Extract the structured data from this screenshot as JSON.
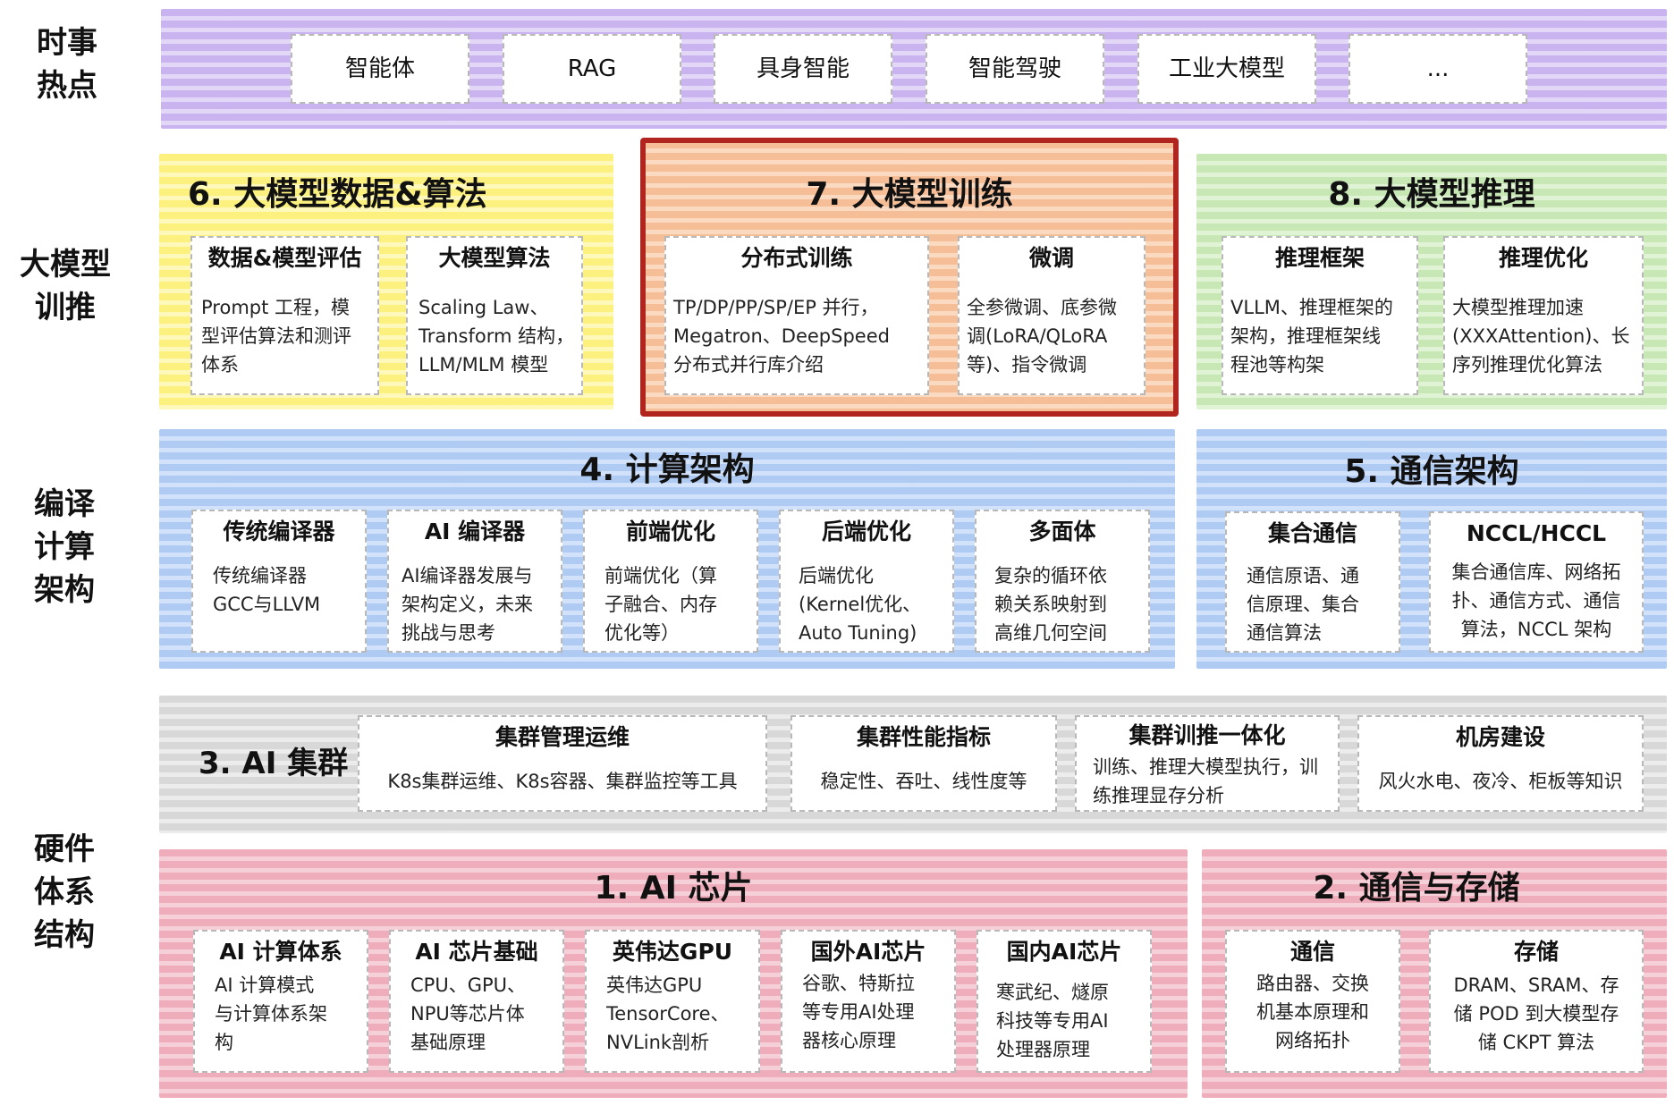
{
  "row_labels": {
    "hot": "时事\n热点",
    "train": "大模型\n训推",
    "compile": "编译\n计算\n架构",
    "hardware": "硬件\n体系\n结构"
  },
  "hot_topics": [
    "智能体",
    "RAG",
    "具身智能",
    "智能驾驶",
    "工业大模型",
    "..."
  ],
  "sec6": {
    "title": "6. 大模型数据&算法",
    "cards": [
      {
        "title": "数据&模型评估",
        "body": "Prompt 工程，模\n型评估算法和测评\n体系"
      },
      {
        "title": "大模型算法",
        "body": "Scaling Law、\nTransform 结构，\nLLM/MLM 模型"
      }
    ]
  },
  "sec7": {
    "title": "7. 大模型训练",
    "cards": [
      {
        "title": "分布式训练",
        "body": "TP/DP/PP/SP/EP 并行，\nMegatron、DeepSpeed\n分布式并行库介绍"
      },
      {
        "title": "微调",
        "body": "全参微调、底参微\n调(LoRA/QLoRA\n等)、指令微调"
      }
    ]
  },
  "sec8": {
    "title": "8. 大模型推理",
    "cards": [
      {
        "title": "推理框架",
        "body": "VLLM、推理框架的\n架构，推理框架线\n程池等构架"
      },
      {
        "title": "推理优化",
        "body": "大模型推理加速\n(XXXAttention)、长\n序列推理优化算法"
      }
    ]
  },
  "sec4": {
    "title": "4.  计算架构",
    "cards": [
      {
        "title": "传统编译器",
        "body": "传统编译器\nGCC与LLVM"
      },
      {
        "title": "AI 编译器",
        "body": "AI编译器发展与\n架构定义，未来\n挑战与思考"
      },
      {
        "title": "前端优化",
        "body": "前端优化（算\n子融合、内存\n优化等）"
      },
      {
        "title": "后端优化",
        "body": "后端优化\n(Kernel优化、\nAuto Tuning)"
      },
      {
        "title": "多面体",
        "body": "复杂的循环依\n赖关系映射到\n高维几何空间"
      }
    ]
  },
  "sec5": {
    "title": "5.  通信架构",
    "cards": [
      {
        "title": "集合通信",
        "body": "通信原语、通\n信原理、集合\n通信算法"
      },
      {
        "title": "NCCL/HCCL",
        "body": "集合通信库、网络拓\n扑、通信方式、通信\n算法，NCCL 架构"
      }
    ]
  },
  "sec3": {
    "title": "3. AI 集群",
    "cards": [
      {
        "title": "集群管理运维",
        "body": "K8s集群运维、K8s容器、集群监控等工具"
      },
      {
        "title": "集群性能指标",
        "body": "稳定性、吞吐、线性度等"
      },
      {
        "title": "集群训推一体化",
        "body": "训练、推理大模型执行，训\n练推理显存分析"
      },
      {
        "title": "机房建设",
        "body": "风火水电、夜冷、柜板等知识"
      }
    ]
  },
  "sec1": {
    "title": "1. AI 芯片",
    "cards": [
      {
        "title": "AI 计算体系",
        "body": "AI 计算模式\n与计算体系架\n构"
      },
      {
        "title": "AI 芯片基础",
        "body": "CPU、GPU、\nNPU等芯片体\n基础原理"
      },
      {
        "title": "英伟达GPU",
        "body": "英伟达GPU\nTensorCore、\nNVLink剖析"
      },
      {
        "title": "国外AI芯片",
        "body": "谷歌、特斯拉\n等专用AI处理\n器核心原理"
      },
      {
        "title": "国内AI芯片",
        "body": "寒武纪、燧原\n科技等专用AI\n处理器原理"
      }
    ]
  },
  "sec2": {
    "title": "2. 通信与存储",
    "cards": [
      {
        "title": "通信",
        "body": "路由器、交换\n机基本原理和\n网络拓扑"
      },
      {
        "title": "存储",
        "body": "DRAM、SRAM、存\n储 POD 到大模型存\n储 CKPT 算法"
      }
    ]
  }
}
